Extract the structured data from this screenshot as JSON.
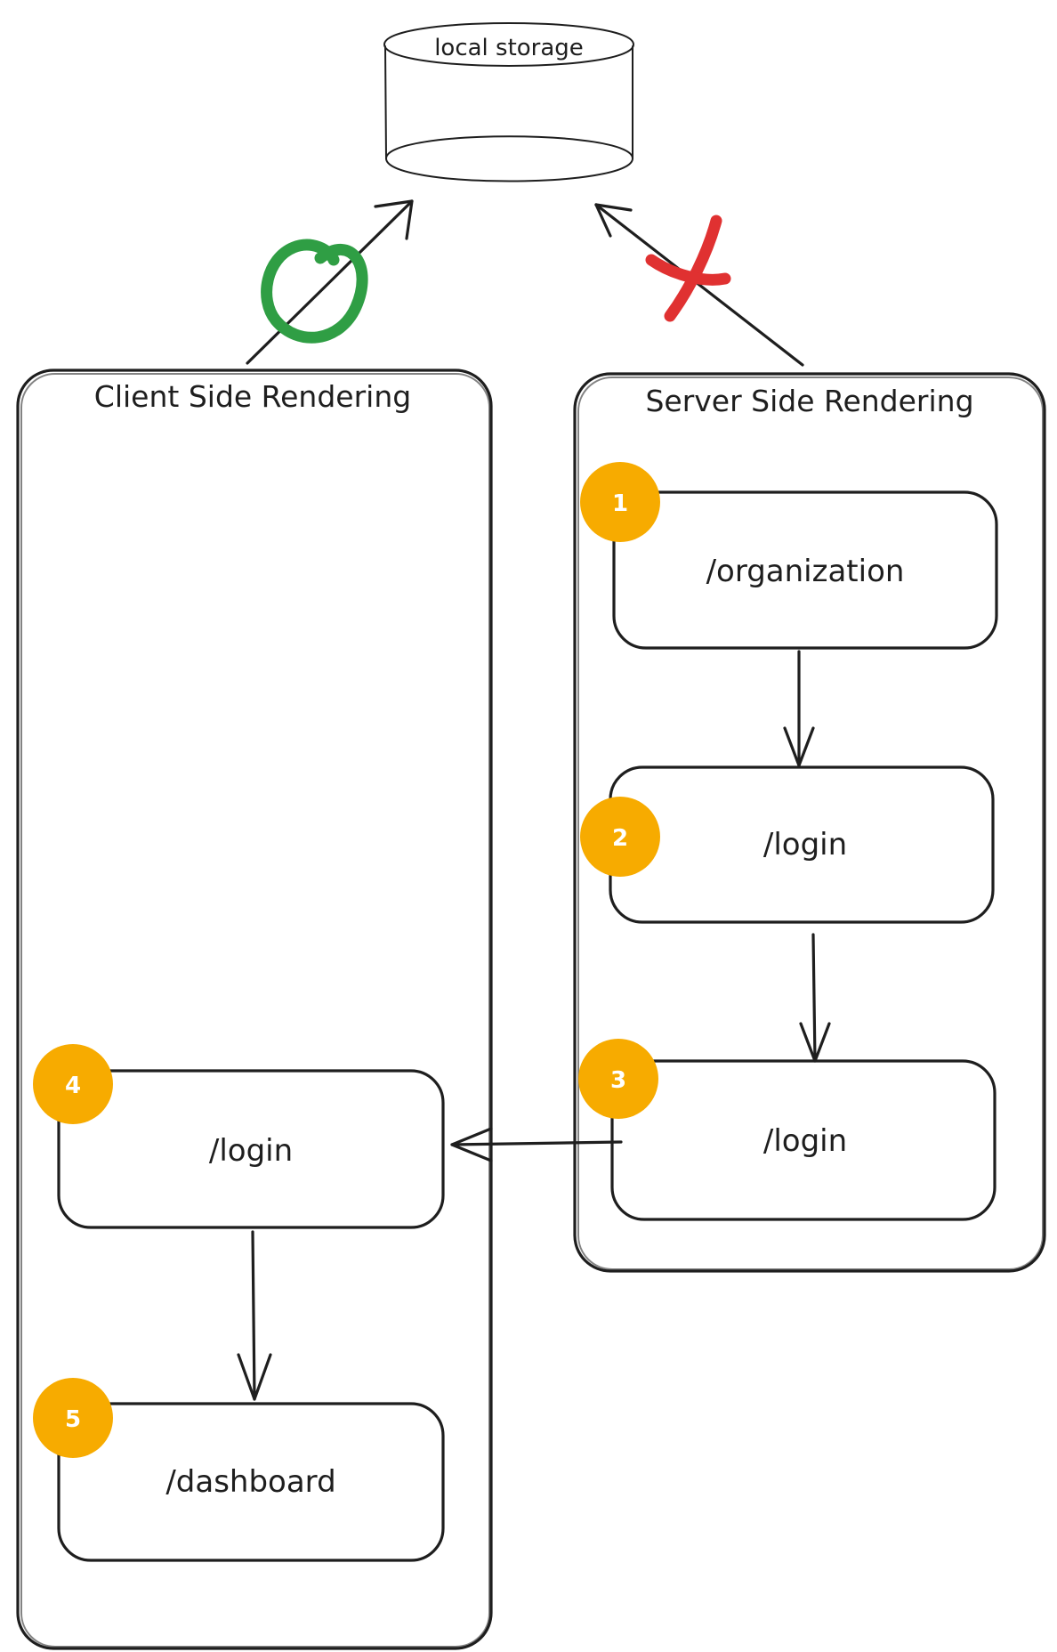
{
  "storage": {
    "label": "local storage"
  },
  "panels": {
    "csr": {
      "title": "Client Side Rendering"
    },
    "ssr": {
      "title": "Server Side Rendering"
    }
  },
  "nodes": {
    "organization": {
      "label": "/organization",
      "step": "1"
    },
    "ssr_login_a": {
      "label": "/login",
      "step": "2"
    },
    "ssr_login_b": {
      "label": "/login",
      "step": "3"
    },
    "csr_login": {
      "label": "/login",
      "step": "4"
    },
    "dashboard": {
      "label": "/dashboard",
      "step": "5"
    }
  },
  "colors": {
    "stroke": "#1e1e1e",
    "allowed_mark": "#2f9e44",
    "denied_mark": "#e03131",
    "badge": "#f7ab00"
  },
  "marks": {
    "csr_access": "allowed-circle-icon",
    "ssr_access": "denied-cross-icon"
  }
}
